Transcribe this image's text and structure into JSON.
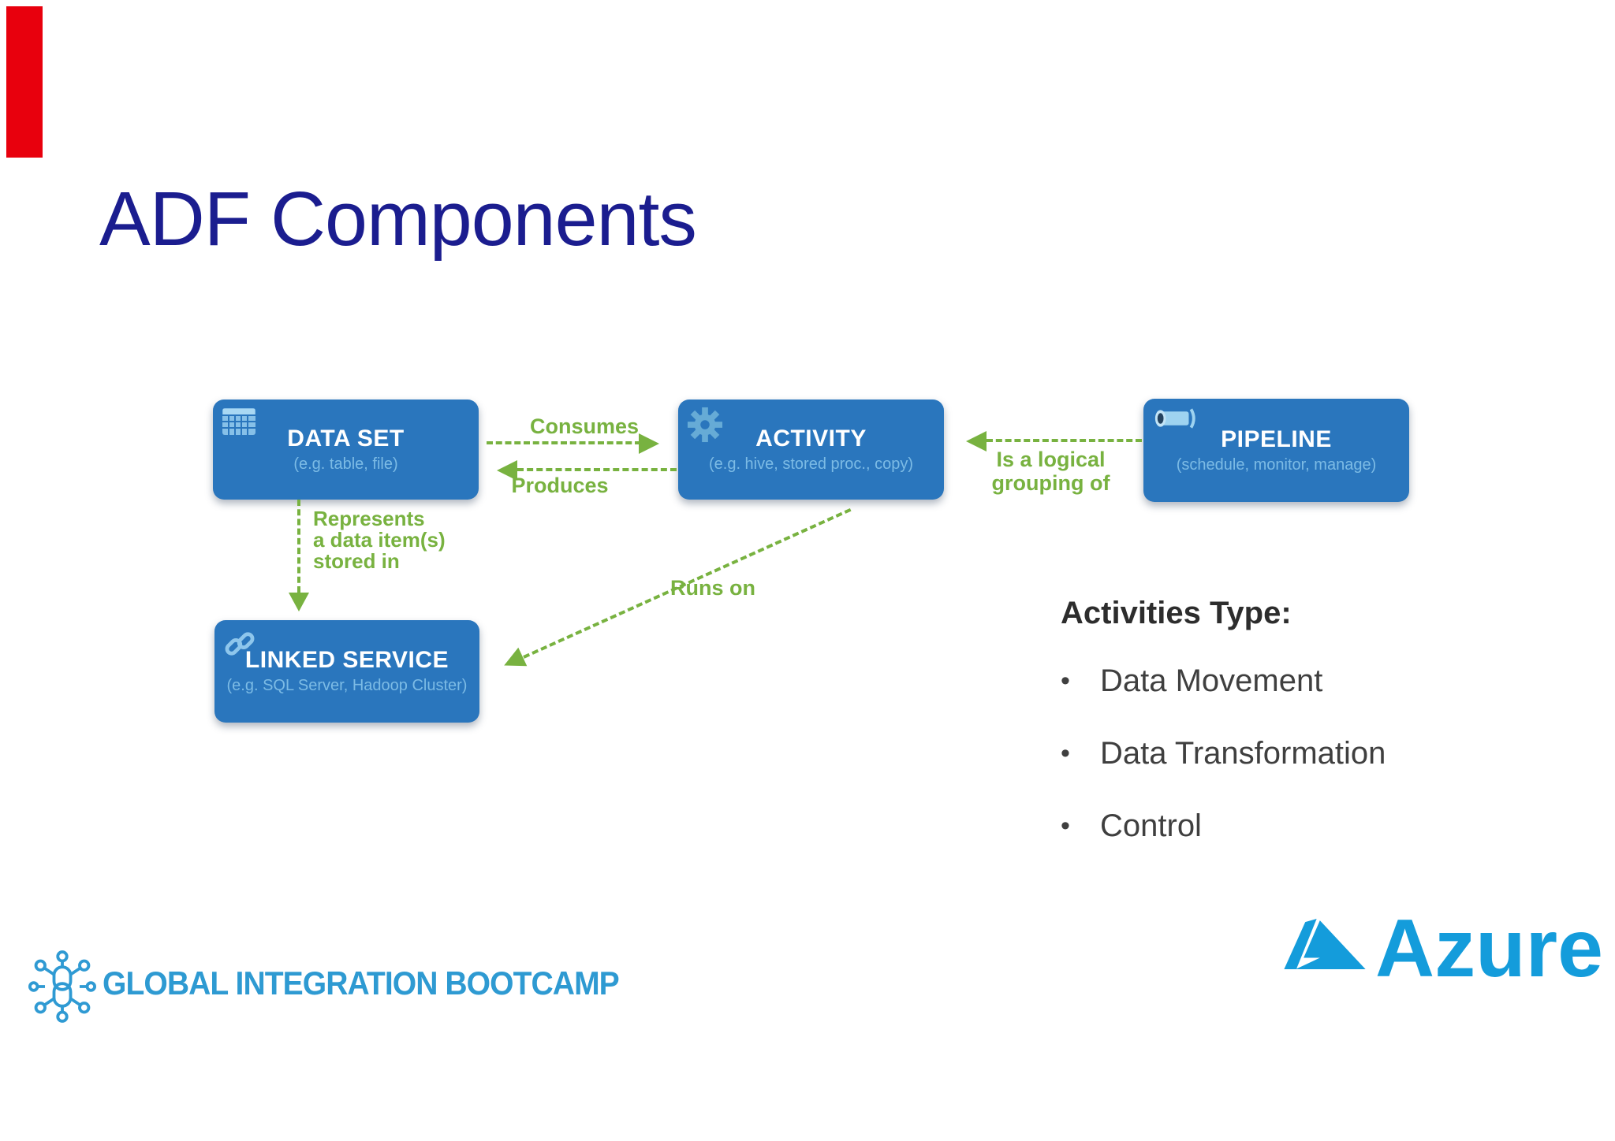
{
  "slide": {
    "title": "ADF Components",
    "accent_bar_color": "#e8000d",
    "background_color": "#ffffff",
    "title_color": "#1b1d8f"
  },
  "diagram": {
    "box_color": "#2a76bd",
    "box_subtitle_color": "#7cbbe5",
    "arrow_color": "#78b240",
    "boxes": [
      {
        "id": "dataset",
        "title": "DATA SET",
        "subtitle": "(e.g. table, file)",
        "icon": "calendar-icon"
      },
      {
        "id": "activity",
        "title": "ACTIVITY",
        "subtitle": "(e.g. hive, stored proc., copy)",
        "icon": "gear-icon"
      },
      {
        "id": "pipeline",
        "title": "PIPELINE",
        "subtitle": "(schedule, monitor, manage)",
        "icon": "pipe-icon"
      },
      {
        "id": "linked-service",
        "title": "LINKED SERVICE",
        "subtitle": "(e.g. SQL Server, Hadoop Cluster)",
        "icon": "link-icon"
      }
    ],
    "labels": {
      "consumes": "Consumes",
      "produces": "Produces",
      "grouping_line1": "Is a logical",
      "grouping_line2": "grouping of",
      "represents_line1": "Represents",
      "represents_line2": "a data item(s)",
      "represents_line3": "stored in",
      "runs_on": "Runs on"
    }
  },
  "activities": {
    "heading": "Activities Type:",
    "bullet_char": "•",
    "items": [
      "Data Movement",
      "Data Transformation",
      "Control"
    ]
  },
  "footer": {
    "left_logo_text": "GLOBAL INTEGRATION BOOTCAMP",
    "left_logo_color": "#2e9ad2",
    "right_logo_text": "Azure",
    "right_logo_color": "#149cdb"
  }
}
